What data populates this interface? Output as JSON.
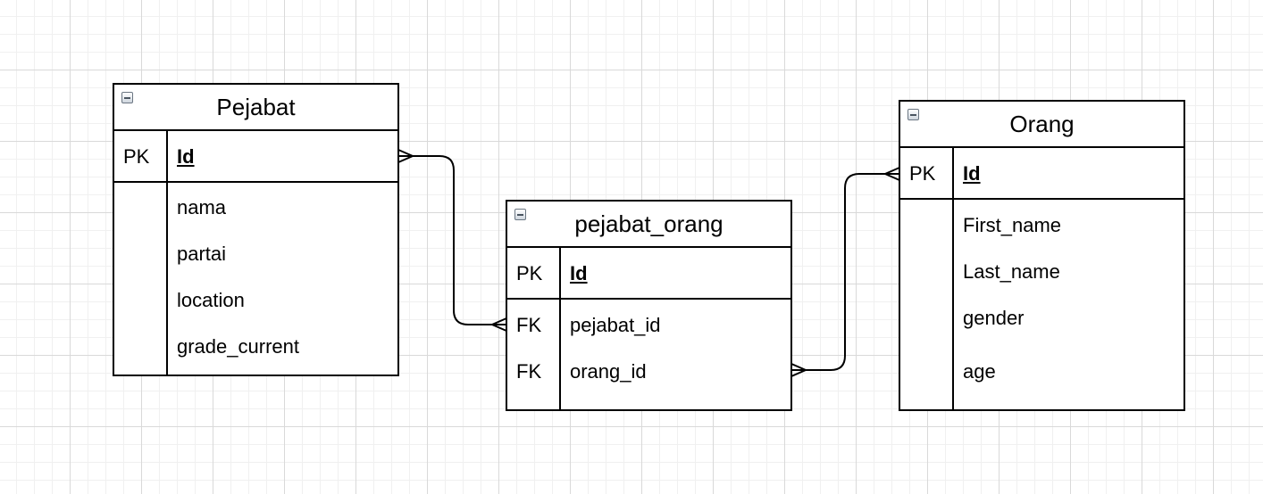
{
  "diagram": {
    "tables": {
      "pejabat": {
        "title": "Pejabat",
        "pk_label": "PK",
        "pk_name": "Id",
        "fields": [
          "nama",
          "partai",
          "location",
          "grade_current"
        ]
      },
      "pejabat_orang": {
        "title": "pejabat_orang",
        "pk_label": "PK",
        "pk_name": "Id",
        "fk_label": "FK",
        "fields": [
          "pejabat_id",
          "orang_id"
        ]
      },
      "orang": {
        "title": "Orang",
        "pk_label": "PK",
        "pk_name": "Id",
        "fields": [
          "First_name",
          "Last_name",
          "gender",
          "age"
        ]
      }
    },
    "relationships": [
      {
        "from": "Pejabat.Id",
        "to": "pejabat_orang.pejabat_id",
        "from_end": "many",
        "to_end": "many"
      },
      {
        "from": "Orang.Id",
        "to": "pejabat_orang.orang_id",
        "from_end": "many",
        "to_end": "many"
      }
    ]
  }
}
